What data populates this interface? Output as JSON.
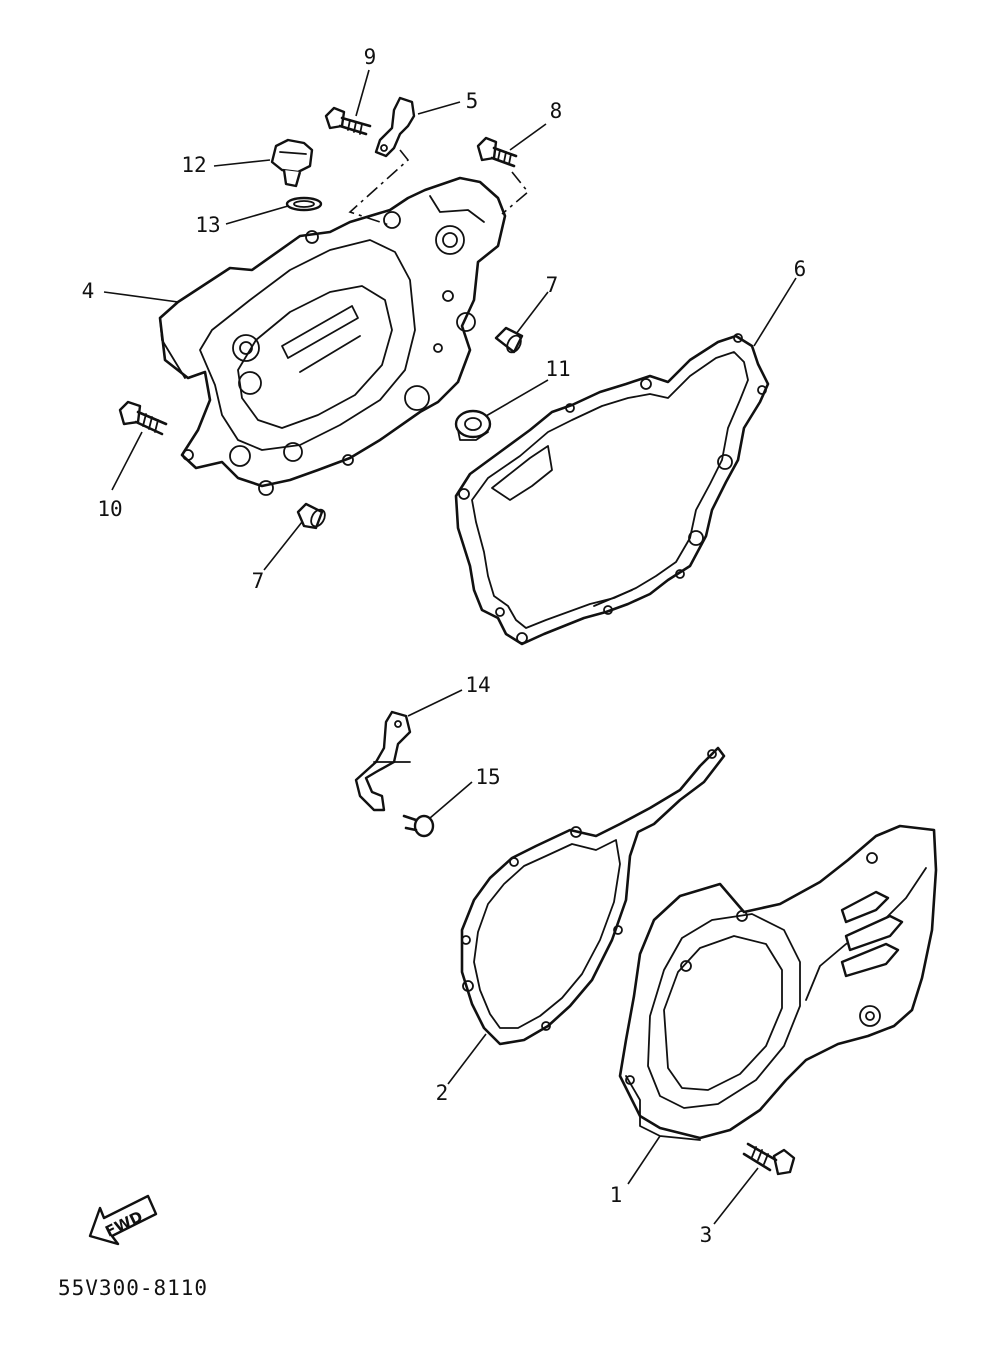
{
  "diagram": {
    "callouts": [
      "1",
      "2",
      "3",
      "4",
      "5",
      "6",
      "7",
      "7",
      "8",
      "9",
      "10",
      "11",
      "12",
      "13",
      "14",
      "15"
    ],
    "fwd_label": "FWD",
    "drawing_code": "55V300-8110"
  }
}
